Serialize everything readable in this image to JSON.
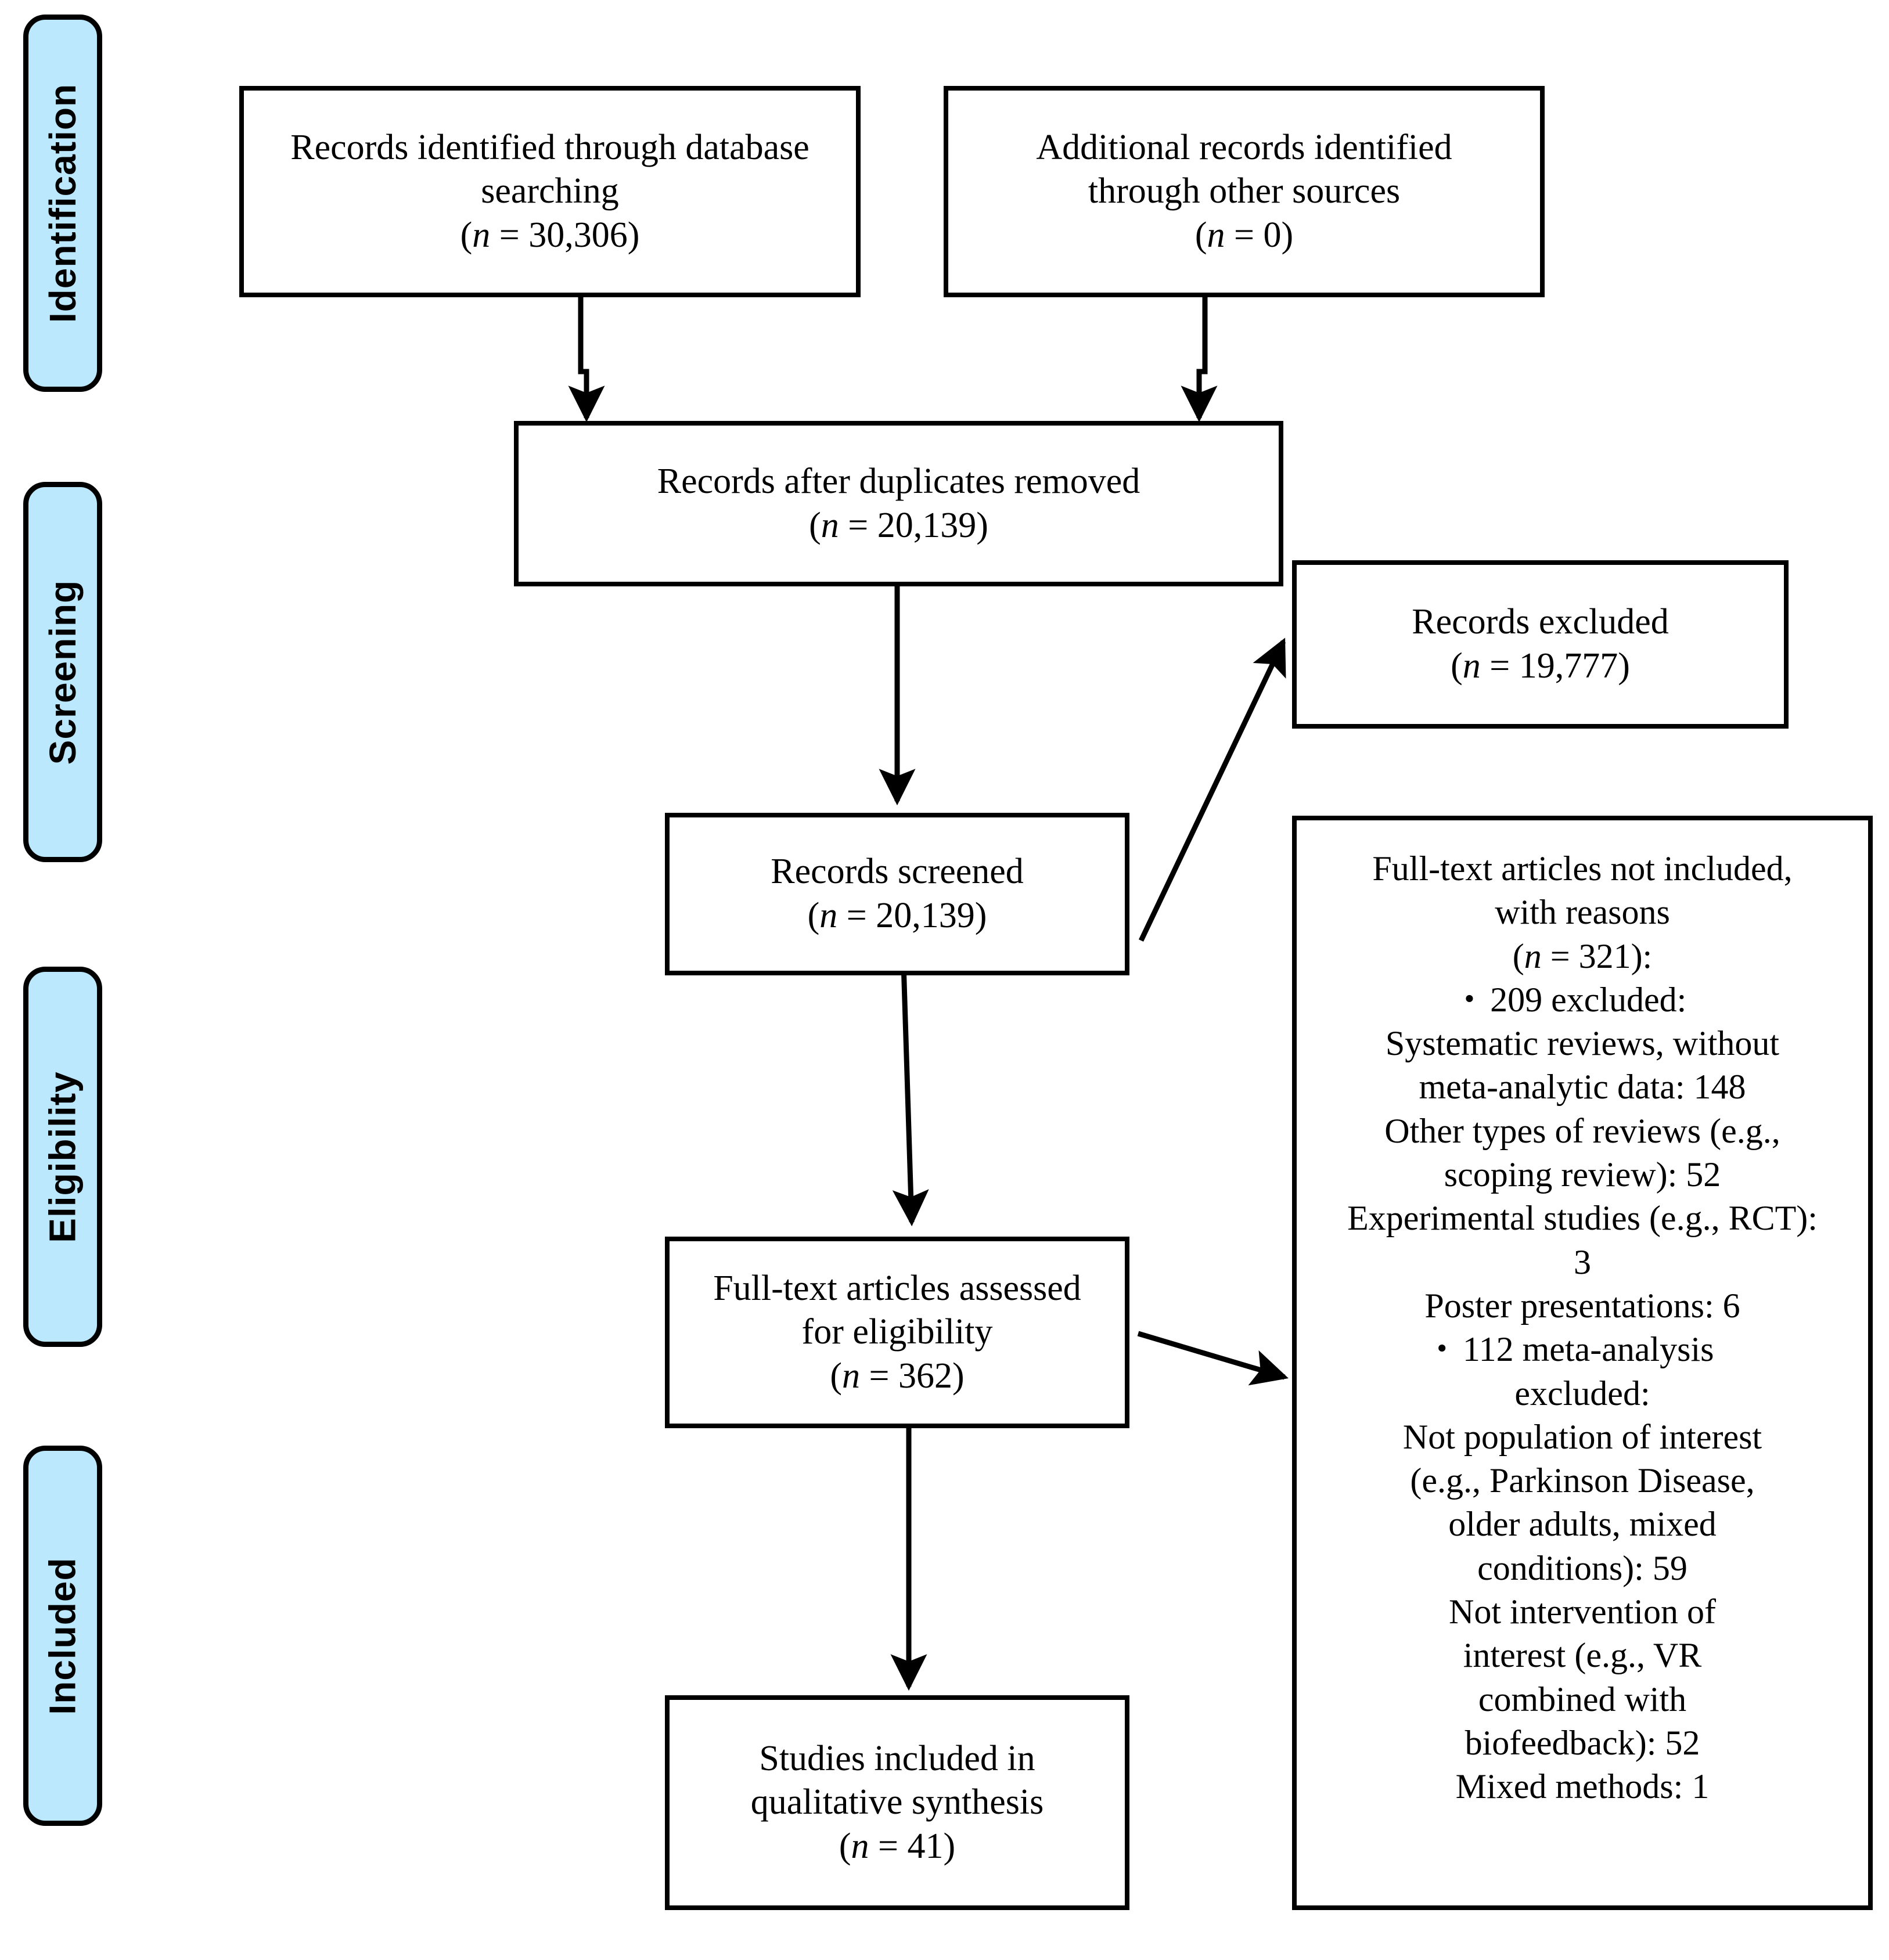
{
  "diagram": {
    "title": "PRISMA flow diagram",
    "accent_color": "#bce8fd",
    "line_color": "#000000",
    "background": "#ffffff"
  },
  "stages": [
    {
      "id": "identification",
      "label": "Identification"
    },
    {
      "id": "screening",
      "label": "Screening"
    },
    {
      "id": "eligibility",
      "label": "Eligibility"
    },
    {
      "id": "included",
      "label": "Included"
    }
  ],
  "boxes": {
    "database_search": {
      "line1": "Records identified through database",
      "line2": "searching",
      "line3": "(n = 30,306)",
      "text": "Records identified through database\nsearching\n(n = 30,306)"
    },
    "other_sources": {
      "line1": "Additional records identified",
      "line2": "through other sources",
      "line3": "(n = 0)",
      "text": "Additional records identified\nthrough other sources\n(n = 0)"
    },
    "duplicates_removed": {
      "line1": "Records after duplicates removed",
      "line2": "(n = 20,139)",
      "text": "Records after duplicates removed\n(n = 20,139)"
    },
    "records_excluded": {
      "line1": "Records excluded",
      "line2": "(n = 19,777)",
      "text": "Records excluded\n(n = 19,777)"
    },
    "records_screened": {
      "line1": "Records screened",
      "line2": "(n = 20,139)",
      "text": "Records screened\n(n = 20,139)"
    },
    "fulltext_assessed": {
      "line1": "Full-text articles assessed",
      "line2": "for eligibility",
      "line3": "(n = 362)",
      "text": "Full-text articles assessed\nfor eligibility\n(n = 362)"
    },
    "studies_included": {
      "line1": "Studies included in",
      "line2": "qualitative synthesis",
      "line3": "(n = 41)",
      "text": "Studies included in\nqualitative synthesis\n(n = 41)"
    },
    "fulltext_excluded": {
      "heading_line1": "Full-text articles not included,",
      "heading_line2": "with reasons",
      "heading_line3": "(n = 321):",
      "bullet1": "209 excluded:",
      "bullet1_reasons": [
        "Systematic reviews, without",
        "meta-analytic data: 148",
        "Other types of reviews (e.g.,",
        "scoping review): 52",
        "Experimental studies (e.g., RCT):",
        "3",
        "Poster presentations: 6"
      ],
      "bullet2": "112 meta-analysis",
      "bullet2_cont": "excluded:",
      "bullet2_reasons": [
        "Not population of interest",
        "(e.g., Parkinson Disease,",
        "older adults, mixed",
        "conditions): 59",
        "Not intervention of",
        "interest (e.g., VR",
        "combined with",
        "biofeedback): 52",
        "Mixed methods: 1"
      ]
    }
  },
  "chart_data": {
    "type": "table",
    "title": "PRISMA flow diagram",
    "stages": [
      "Identification",
      "Screening",
      "Eligibility",
      "Included"
    ],
    "nodes": [
      {
        "id": "database_search",
        "stage": "Identification",
        "label": "Records identified through database searching",
        "n": 30306
      },
      {
        "id": "other_sources",
        "stage": "Identification",
        "label": "Additional records identified through other sources",
        "n": 0
      },
      {
        "id": "duplicates_removed",
        "stage": "Screening",
        "label": "Records after duplicates removed",
        "n": 20139
      },
      {
        "id": "records_screened",
        "stage": "Screening",
        "label": "Records screened",
        "n": 20139
      },
      {
        "id": "records_excluded",
        "stage": "Screening",
        "label": "Records excluded",
        "n": 19777
      },
      {
        "id": "fulltext_assessed",
        "stage": "Eligibility",
        "label": "Full-text articles assessed for eligibility",
        "n": 362
      },
      {
        "id": "fulltext_excluded",
        "stage": "Eligibility",
        "label": "Full-text articles not included, with reasons",
        "n": 321
      },
      {
        "id": "studies_included",
        "stage": "Included",
        "label": "Studies included in qualitative synthesis",
        "n": 41
      }
    ],
    "edges": [
      {
        "from": "database_search",
        "to": "duplicates_removed"
      },
      {
        "from": "other_sources",
        "to": "duplicates_removed"
      },
      {
        "from": "duplicates_removed",
        "to": "records_screened"
      },
      {
        "from": "records_screened",
        "to": "records_excluded"
      },
      {
        "from": "records_screened",
        "to": "fulltext_assessed"
      },
      {
        "from": "fulltext_assessed",
        "to": "fulltext_excluded"
      },
      {
        "from": "fulltext_assessed",
        "to": "studies_included"
      }
    ],
    "exclusion_breakdown": {
      "total": 321,
      "groups": [
        {
          "label": "209 excluded",
          "n": 209,
          "items": [
            {
              "reason": "Systematic reviews, without meta-analytic data",
              "n": 148
            },
            {
              "reason": "Other types of reviews (e.g., scoping review)",
              "n": 52
            },
            {
              "reason": "Experimental studies (e.g., RCT)",
              "n": 3
            },
            {
              "reason": "Poster presentations",
              "n": 6
            }
          ]
        },
        {
          "label": "112 meta-analysis excluded",
          "n": 112,
          "items": [
            {
              "reason": "Not population of interest (e.g., Parkinson Disease, older adults, mixed conditions)",
              "n": 59
            },
            {
              "reason": "Not intervention of interest (e.g., VR combined with biofeedback)",
              "n": 52
            },
            {
              "reason": "Mixed methods",
              "n": 1
            }
          ]
        }
      ]
    }
  }
}
